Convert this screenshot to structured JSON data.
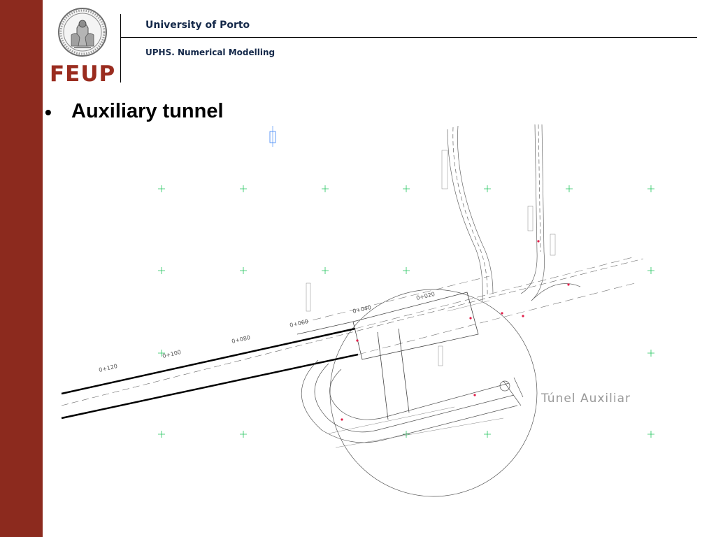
{
  "header": {
    "institution": "University of Porto",
    "course": "UPHS. Numerical Modelling",
    "logo_text": "FEUP"
  },
  "slide": {
    "bullet": "•",
    "title": "Auxiliary tunnel"
  },
  "drawing": {
    "chainages": [
      "0+120",
      "0+100",
      "0+080",
      "0+060",
      "0+040",
      "0+020"
    ],
    "tunnel_label": "Túnel  Auxiliar"
  },
  "colors": {
    "sidebar": "#8c2a1e",
    "logo": "#9a2c1f",
    "header_text": "#15294a",
    "grid_marks": "#22c55e"
  }
}
